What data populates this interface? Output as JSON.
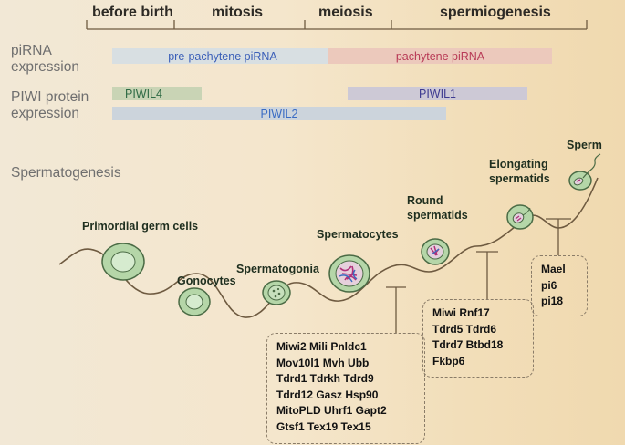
{
  "stages": {
    "before_birth": "before birth",
    "mitosis": "mitosis",
    "meiosis": "meiosis",
    "spermiogenesis": "spermiogenesis"
  },
  "rows": {
    "pirna_line1": "piRNA",
    "pirna_line2": "expression",
    "piwi_line1": "PIWI protein",
    "piwi_line2": "expression",
    "spermatogenesis": "Spermatogenesis"
  },
  "bars": {
    "pre_pachytene": "pre-pachytene piRNA",
    "pachytene": "pachytene piRNA",
    "piwil4": "PIWIL4",
    "piwil1": "PIWIL1",
    "piwil2": "PIWIL2"
  },
  "cells": {
    "primordial": "Primordial germ cells",
    "gonocytes": "Gonocytes",
    "spermatogonia": "Spermatogonia",
    "spermatocytes": "Spermatocytes",
    "round_line1": "Round",
    "round_line2": "spermatids",
    "elongating_line1": "Elongating",
    "elongating_line2": "spermatids",
    "sperm": "Sperm"
  },
  "gene_boxes": {
    "box1": [
      "Miwi2  Mili  Pnldc1",
      "Mov10l1  Mvh  Ubb",
      "Tdrd1  Tdrkh  Tdrd9",
      "Tdrd12  Gasz  Hsp90",
      "MitoPLD  Uhrf1  Gapt2",
      "Gtsf1  Tex19  Tex15"
    ],
    "box2": [
      "Miwi  Rnf17",
      "Tdrd5  Tdrd6",
      "Tdrd7  Btbd18",
      "Fkbp6"
    ],
    "box3": [
      "Mael",
      "pi6",
      "pi18"
    ]
  },
  "colors": {
    "pre_pachytene_text": "#3b5fb8",
    "pachytene_text": "#b83a56",
    "piwil4_text": "#2f6b45",
    "piwil1_text": "#3d3a90",
    "piwil2_text": "#3a6cc4"
  }
}
